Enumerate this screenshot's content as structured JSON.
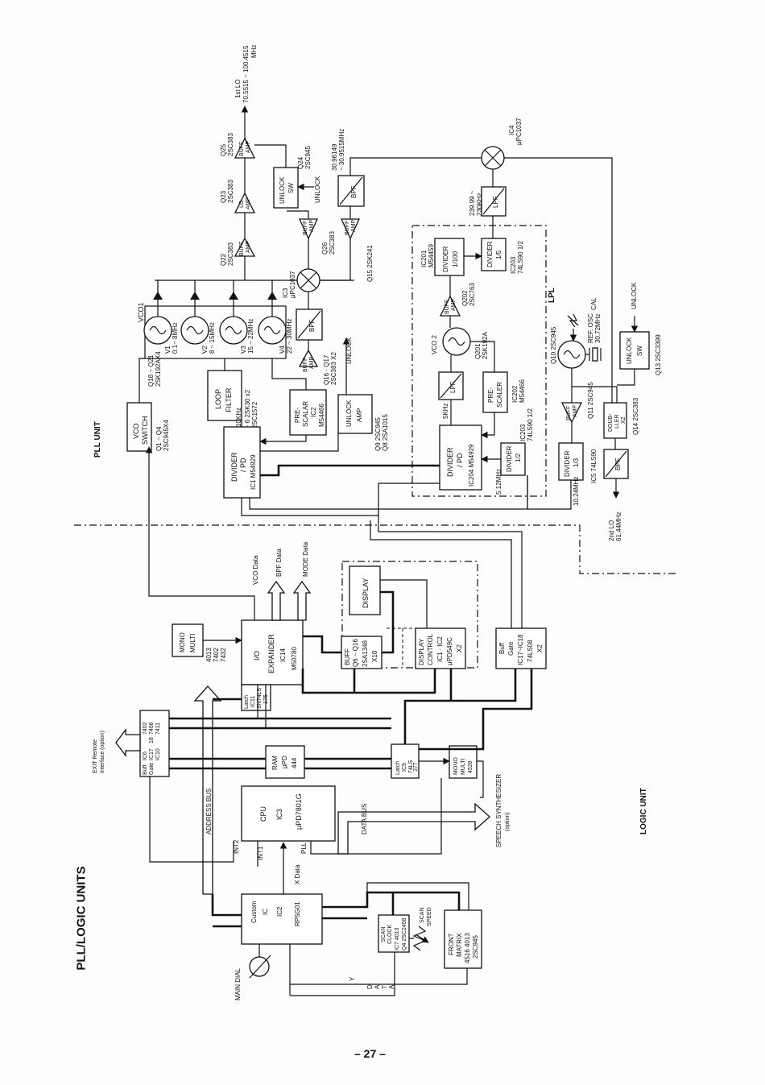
{
  "page": {
    "title": "PLL/LOGIC UNITS",
    "page_number": "– 27 –",
    "section_pll": "PLL UNIT",
    "section_logic": "LOGIC UNIT",
    "section_lpl": "LPL"
  },
  "pll": {
    "vco_title": "VCO1",
    "vco_switch": {
      "l1": "VCO",
      "l2": "SWITCH",
      "r1": "Q1 ~ Q4",
      "r2": "2SC945X4"
    },
    "vco_bank": {
      "r1": "Q18 ~ Q21",
      "r2": "2SK192AX4"
    },
    "vco": [
      {
        "label": "V1",
        "range": "0.1~ 8MHz"
      },
      {
        "label": "V2",
        "range": "8 ~ 15MHz"
      },
      {
        "label": "V3",
        "range": "15 ~ 22MHz"
      },
      {
        "label": "V4",
        "range": "22 ~ 30MHz"
      }
    ],
    "loop_filter": {
      "l1": "LOOP",
      "l2": "FILTER",
      "r1": "Q5 ~ 6 2SK30 x2",
      "r2": "Q7   2SC1572"
    },
    "freq_10k": "10KHz",
    "divider": {
      "l1": "DIVIDER",
      "l2": "/ PD",
      "l3": "IC1 M54929"
    },
    "prescaler": {
      "l1": "PRE-",
      "l2": "SCALAR",
      "l3": "IC2",
      "l4": "M54466"
    },
    "unlock_amp": {
      "l1": "UNLOCK",
      "l2": "AMP",
      "r1": "Q9  2SC945",
      "r2": "Q8  2SA1015"
    },
    "buff_q16": {
      "l1": "BUFF",
      "l2": "AMP",
      "r1": "Q16 · Q17",
      "r2": "2SC383 X2"
    },
    "bpf_mid": "BPF",
    "mixer_ic3": {
      "l1": "IC3",
      "l2": "μPC1037"
    },
    "buff_q26": {
      "l1": "BUFF",
      "l2": "AMP",
      "r1": "Q26",
      "r2": "2SC383"
    },
    "buff_q15": {
      "l1": "BUFF",
      "l2": "AMP",
      "r1": "Q15 2SK241"
    },
    "bpf_top": "BPF",
    "bpf_top_freq": {
      "l1": "30.96149",
      "l2": "~ 30.9515MHz"
    },
    "buff_q22": {
      "l1": "BUFF",
      "l2": "AMP",
      "r1": "Q22",
      "r2": "2SC383"
    },
    "lo_q23": {
      "l1": "LO",
      "l2": "AMP",
      "r1": "Q23",
      "r2": "2SC383"
    },
    "buff_q25": {
      "l1": "BUFF",
      "l2": "AMP",
      "r1": "Q25",
      "r2": "2SC383"
    },
    "unlock_sw_q24": {
      "l1": "UNLOCK",
      "l2": "SW",
      "r1": "Q24",
      "r2": "2SC945"
    },
    "first_lo": {
      "l1": "1st LO",
      "l2": "70.5515 ~ 100.4515",
      "l3": "MHz"
    },
    "unlock_label": "UNLOCK",
    "mixer_ic4": {
      "l1": "IC4",
      "l2": "μPC1037"
    },
    "lpf_top": "LPF",
    "lpf_top_freq": {
      "l1": "239.99 ~",
      "l2": "230KHz"
    },
    "lpl_divider_1_100": {
      "l1": "DIVIDER",
      "l2": "1/100",
      "r1": "IC201",
      "r2": "M54459"
    },
    "lpl_divider_1_5": {
      "l1": "DIVIDER",
      "l2": "1/5",
      "r1": "IC203",
      "r2": "74LS90 1/2"
    },
    "lpl_buff_q202": {
      "l1": "BUFF",
      "l2": "AMP",
      "r1": "Q202",
      "r2": "2SC763"
    },
    "lpl_vco2": {
      "l1": "VCO 2",
      "r1": "Q201",
      "r2": "2SK192A"
    },
    "lpl_lpf": "LPF",
    "lpl_prescaler": {
      "l1": "PRE-",
      "l2": "SCALER",
      "r1": "IC202",
      "r2": "M54466"
    },
    "lpl_5k": "5KHz",
    "lpl_divider_pd": {
      "l1": "DIVIDER",
      "l2": "/ PD",
      "l3": "IC204 M54929"
    },
    "lpl_div_half": {
      "l1": "DIVIDER",
      "l2": "1/2",
      "r1": "IC203",
      "r2": "74LS90 1/2"
    },
    "lpl_512": "5.12MHz",
    "ref_osc": {
      "l1": "REF. OSC",
      "l2": "30.72MHz",
      "r1": "Q10 2SC945"
    },
    "cal_label": "CAL",
    "buff_q11": {
      "l1": "BUFF",
      "l2": "AMP",
      "r1": "Q11 2SC945"
    },
    "doubler": {
      "l1": "DOUB-",
      "l2": "LLER",
      "l3": "X2",
      "r1": "Q14 2SC383"
    },
    "div_1_3": {
      "l1": "DIVIDER",
      "l2": "1/3",
      "r1": "IC5 74LS90"
    },
    "freq_1024": "10.24MHz",
    "bpf_bottom": "BPF",
    "second_lo": {
      "l1": "2nd LO",
      "l2": "61.44MHz"
    },
    "unlock_sw_q13": {
      "l1": "UNLOCK",
      "l2": "SW",
      "r1": "Q13 2SC3399"
    },
    "unlock_right": "UNLOCK"
  },
  "logic": {
    "vco_data": "VCO Data",
    "bpf_data": "BPF Data",
    "mode_data": "MODE Data",
    "display": "DISPLAY",
    "io_expander": {
      "l1": "I/O",
      "l2": "EXPANDER",
      "l3": "IC14",
      "l4": "M50780"
    },
    "mono_multi_top": {
      "l1": "MONO",
      "l2": "MULTI",
      "r1": "4013",
      "r2": "7402",
      "r3": "7432"
    },
    "buff_q6": {
      "l1": "BUFF",
      "l2": "Q6 ~ Q16",
      "l3": "2SA1348",
      "l4": "X10"
    },
    "display_control": {
      "l1": "DISPLAY",
      "l2": "CONTROL",
      "l3": "IC1 · IC2",
      "l4": "μPD549C",
      "l5": "X2"
    },
    "buff_gate": {
      "l1": "Buff",
      "l2": "Gate",
      "l3": "IC17~IC18",
      "l4": "74LS08",
      "l5": "X2"
    },
    "latch_ic11": {
      "l1": "Latch",
      "l2": "IC11",
      "l3": "SN74LS",
      "l4": "175"
    },
    "buff_gate_ic6": {
      "l1": "Buff",
      "l2": "Gate",
      "l3": "IC6",
      "l4": "IC17 · 18",
      "l5": "IC10",
      "r1": "7402",
      "r2": "7408",
      "r3": "7411"
    },
    "exit_remote": {
      "l1": "EXIT Remote",
      "l2": "Interface (option)"
    },
    "ram": {
      "l1": "RAM",
      "l2": "μPD",
      "l3": "444"
    },
    "latch_ic9": {
      "l1": "Latch",
      "l2": "IC9",
      "l3": "74LS",
      "l4": "377"
    },
    "mono_multi_bottom": {
      "l1": "MONO",
      "l2": "MULTI",
      "l3": "4528"
    },
    "speech": {
      "l1": "SPEECH SYNTHESIZER",
      "l2": "(option)"
    },
    "address_bus": "ADDRESS BUS",
    "data_bus": "DATA BUS",
    "cpu": {
      "l1": "CPU",
      "l2": "IC3",
      "l3": "μPD7801G"
    },
    "int2": "INT2",
    "int1": "INT1",
    "pll_label": "PLL",
    "x_data": "X Data",
    "custom_ic": {
      "l1": "Custom",
      "l2": "IC",
      "l3": "IC2",
      "l4": "RP5G01"
    },
    "main_dial": "MAIN DIAL",
    "scan_clock": {
      "l1": "SCAN",
      "l2": "CLOCK",
      "l3": "IC7 4013",
      "l4": "Q4 2SC2458"
    },
    "scan_speed": {
      "l1": "SCAN",
      "l2": "SPEED"
    },
    "front_matrix": {
      "l1": "FRONT",
      "l2": "MATRIX",
      "l3": "4516 4013",
      "l4": "2SC945"
    },
    "y_data": [
      "Y",
      "D",
      "A",
      "T",
      "A"
    ]
  }
}
